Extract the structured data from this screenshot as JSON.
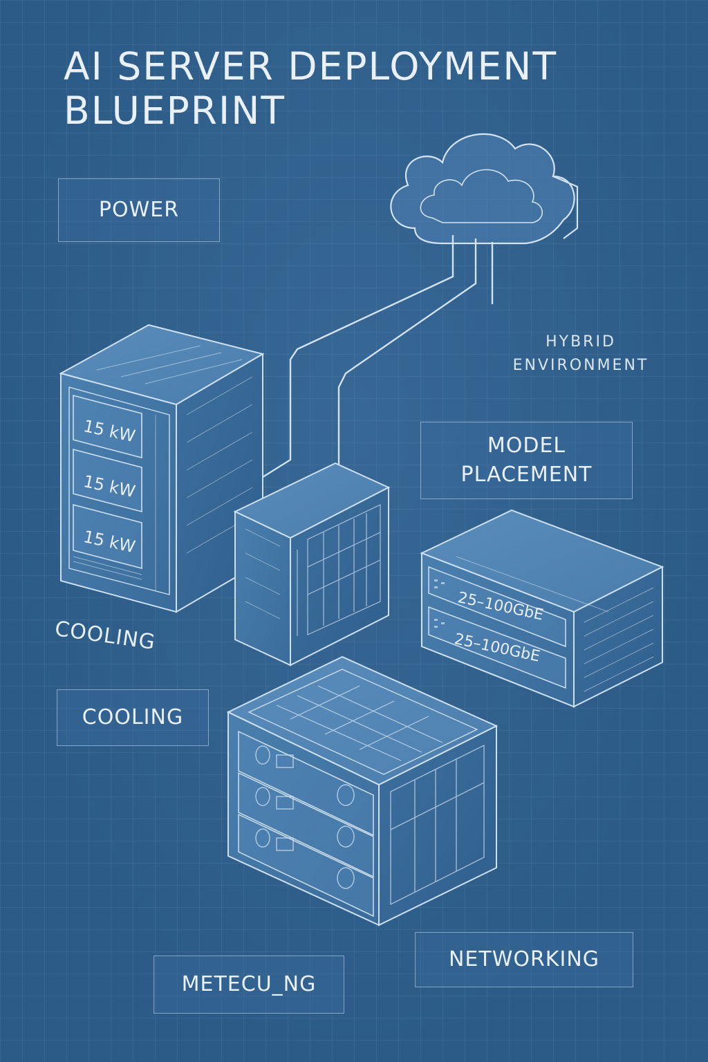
{
  "title": {
    "line1": "AI SERVER DEPLOYMENT",
    "line2": "BLUEPRINT"
  },
  "labels": {
    "power": "POWER",
    "hybrid_line1": "HYBRID",
    "hybrid_line2": "ENVIRONMENT",
    "model_line1": "MODEL",
    "model_line2": "PLACEMENT",
    "cooling_curved": "COOLING",
    "cooling": "COOLING",
    "networking": "NETWORKING",
    "metecung": "METECU_NG"
  },
  "rack_power": [
    "15 kW",
    "15 kW",
    "15 kW"
  ],
  "network_speeds": [
    "25–100GbE",
    "25–100GbE"
  ],
  "icons": {
    "cloud": "cloud-icon",
    "rack": "server-rack-icon",
    "tower": "server-tower-icon",
    "switch": "network-switch-icon",
    "chassis": "gpu-chassis-icon"
  },
  "colors": {
    "background": "#2c5b87",
    "line": "#c9dcef",
    "text": "#e9f0f7"
  }
}
